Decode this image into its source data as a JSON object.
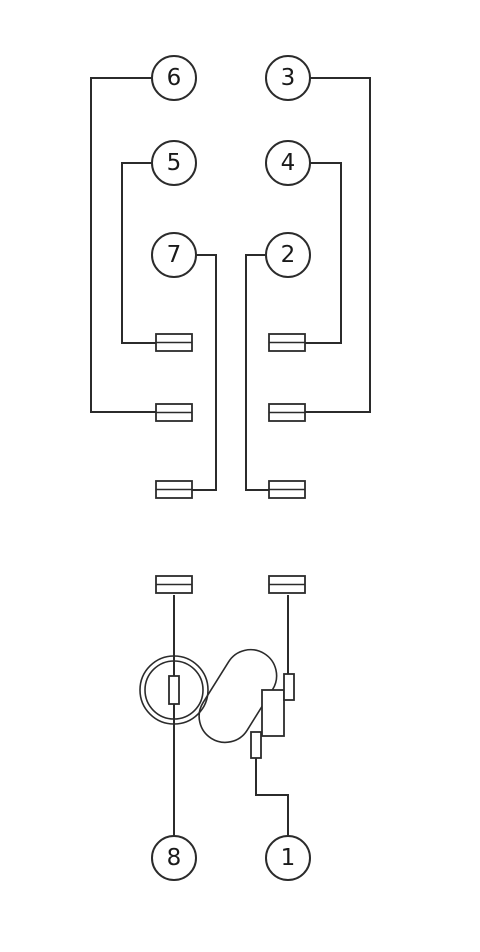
{
  "pins": [
    {
      "id": "6",
      "label": "6"
    },
    {
      "id": "3",
      "label": "3"
    },
    {
      "id": "5",
      "label": "5"
    },
    {
      "id": "4",
      "label": "4"
    },
    {
      "id": "7",
      "label": "7"
    },
    {
      "id": "2",
      "label": "2"
    },
    {
      "id": "8",
      "label": "8"
    },
    {
      "id": "1",
      "label": "1"
    }
  ],
  "colors": {
    "line": "#2b2b2b",
    "background": "#ffffff"
  }
}
